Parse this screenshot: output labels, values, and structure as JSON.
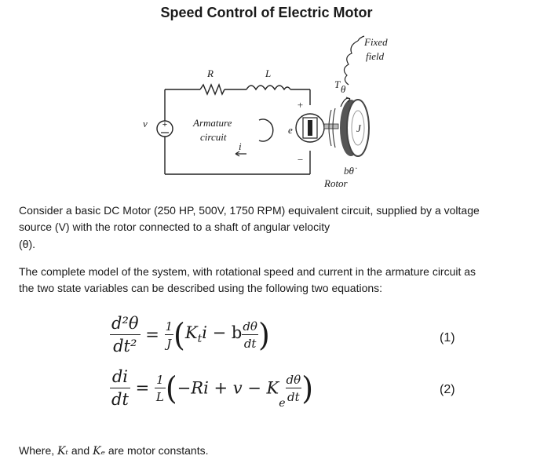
{
  "title": "Speed Control of Electric Motor",
  "diagram": {
    "label_R": "R",
    "label_L": "L",
    "label_v": "v",
    "label_armature_1": "Armature",
    "label_armature_2": "circuit",
    "label_i": "i",
    "label_e": "e",
    "label_plus": "+",
    "label_minus": "−",
    "label_T": "T",
    "label_T_sub": "θ",
    "label_J": "J",
    "label_b_theta": "bθ̇",
    "label_rotor": "Rotor",
    "label_fixed": "Fixed",
    "label_field": "field"
  },
  "paragraph1": {
    "line1": "Consider a basic DC Motor (250 HP, 500V, 1750 RPM) equivalent circuit, supplied by a voltage",
    "line2": "source (V) with the rotor connected to a shaft of angular velocity",
    "line3": "(θ)."
  },
  "paragraph2": {
    "line1": "The complete model of the system, with rotational speed and current in the armature circuit as",
    "line2": "the two state variables can be described using the following two equations:"
  },
  "equation1": {
    "lhs_num": "d²θ",
    "lhs_den": "dt²",
    "coef_num": "1",
    "coef_den": "J",
    "K": "K",
    "K_sub": "t",
    "i": "i",
    "minus_b": " − b",
    "d_num": "dθ",
    "d_den": "dt",
    "number": "(1)"
  },
  "equation2": {
    "lhs_num": "di",
    "lhs_den": "dt",
    "coef_num": "1",
    "coef_den": "L",
    "body": "−Ri + v − K",
    "K_sub": "e",
    "d_num": "dθ",
    "d_den": "dt",
    "number": "(2)"
  },
  "footer": {
    "prefix": "Where, ",
    "kt": "Kₜ",
    "and": " and ",
    "ke": "Kₑ",
    "suffix": " are motor constants."
  }
}
